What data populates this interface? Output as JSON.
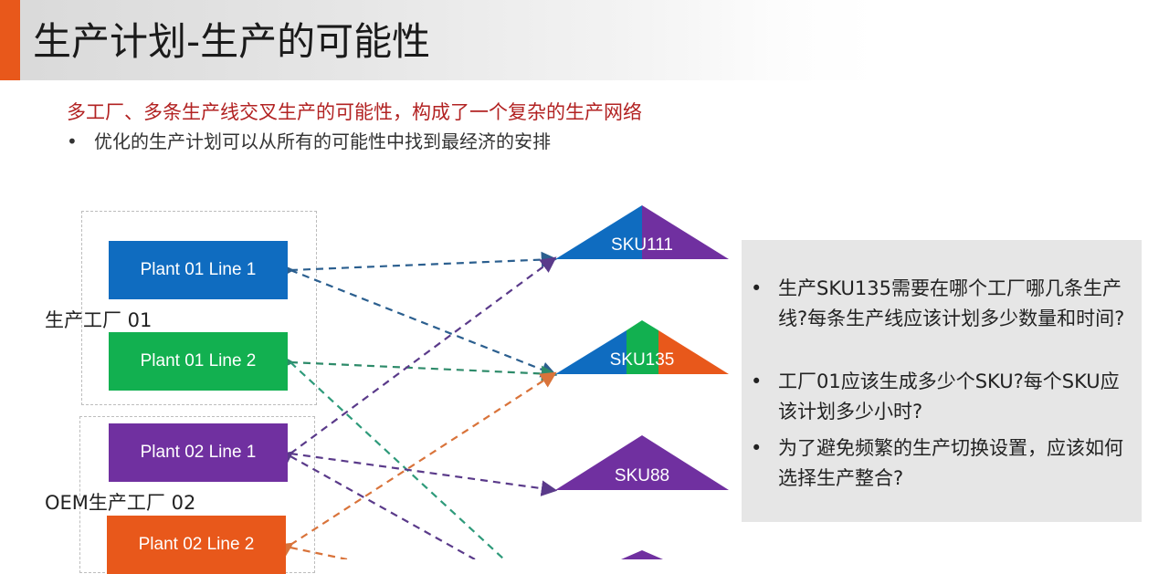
{
  "header": {
    "title": "生产计划-生产的可能性",
    "accent_color": "#e8581b"
  },
  "intro": {
    "highlight": "多工厂、多条生产线交叉生产的可能性，构成了一个复杂的生产网络",
    "highlight_color": "#b22222",
    "bullet": "•",
    "point": "优化的生产计划可以从所有的可能性中找到最经济的安排"
  },
  "plants": [
    {
      "label": "生产工厂 01",
      "lines": [
        {
          "label": "Plant 01 Line 1",
          "color": "#0f6cc0"
        },
        {
          "label": "Plant 01 Line 2",
          "color": "#12b050"
        }
      ]
    },
    {
      "label": "OEM生产工厂 02",
      "lines": [
        {
          "label": "Plant 02 Line 1",
          "color": "#7030a0"
        },
        {
          "label": "Plant 02 Line 2",
          "color": "#e8581b"
        }
      ]
    }
  ],
  "skus": [
    {
      "label": "SKU111",
      "colors": [
        "#0f6cc0",
        "#7030a0"
      ]
    },
    {
      "label": "SKU135",
      "colors": [
        "#0f6cc0",
        "#12b050",
        "#e8581b"
      ]
    },
    {
      "label": "SKU88",
      "colors": [
        "#7030a0"
      ]
    },
    {
      "label": "",
      "colors": [
        "#7030a0"
      ]
    }
  ],
  "questions": {
    "bullet": "•",
    "items": [
      "生产SKU135需要在哪个工厂哪几条生产线?每条生产线应该计划多少数量和时间?",
      "工厂01应该生成多少个SKU?每个SKU应该计划多少小时?",
      "为了避免频繁的生产切换设置，应该如何选择生产整合?"
    ]
  }
}
